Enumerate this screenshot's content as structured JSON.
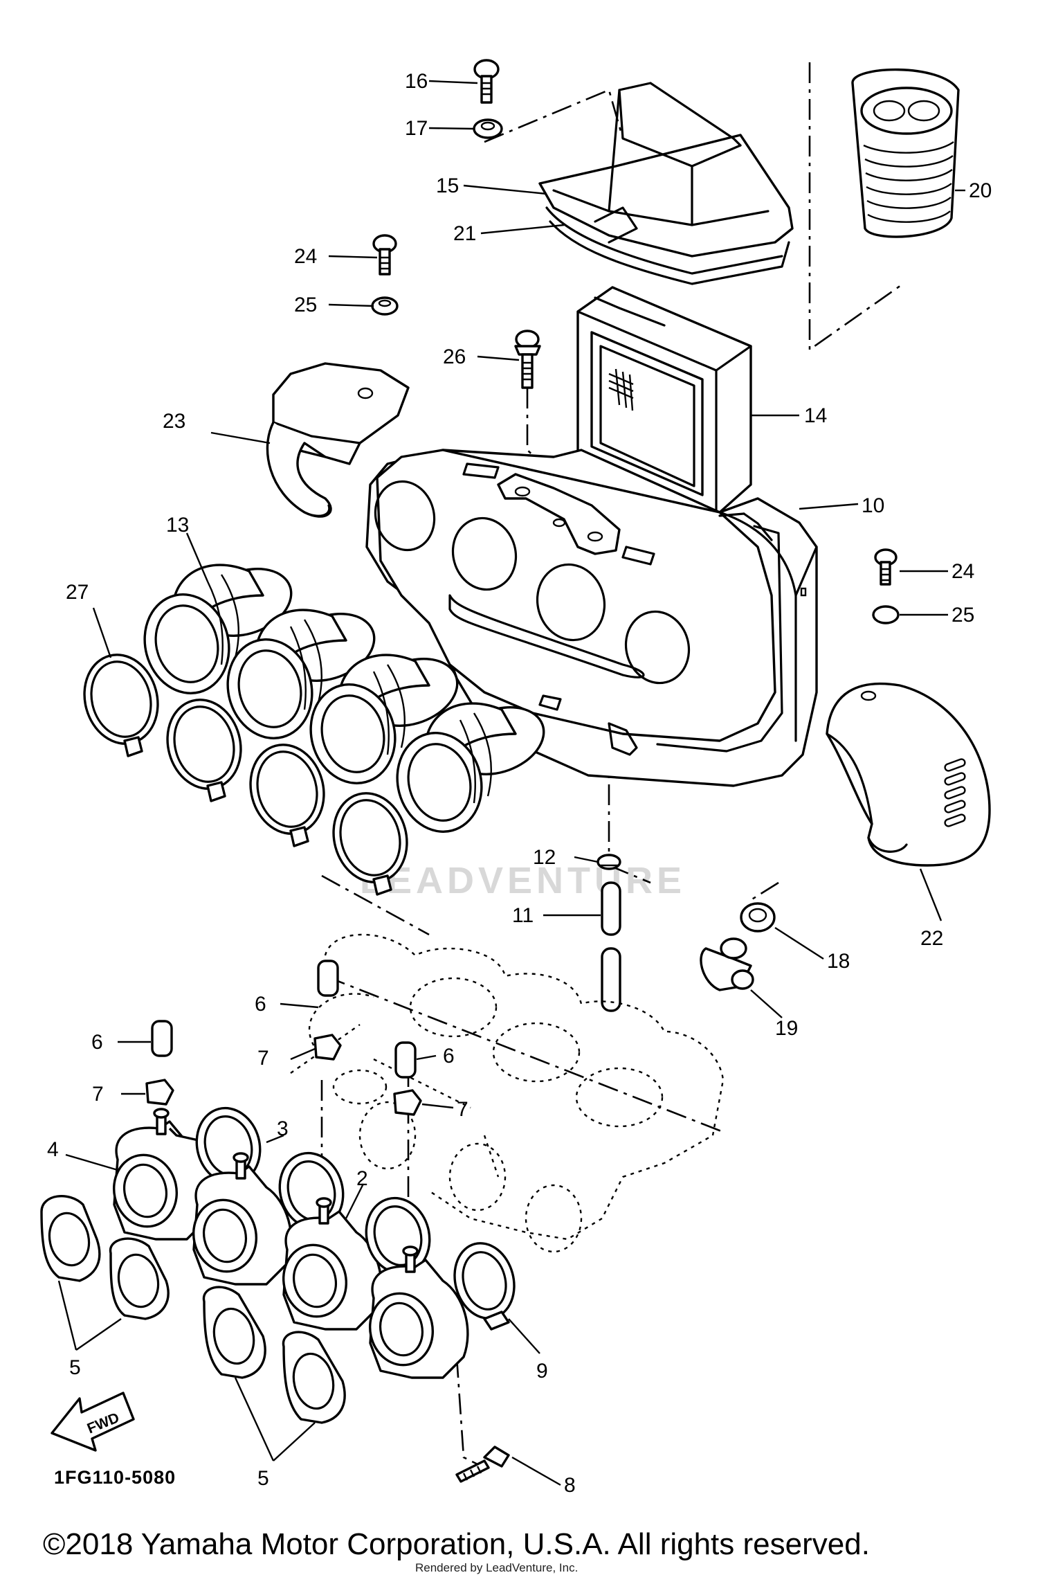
{
  "callouts": [
    {
      "id": "c16",
      "text": "16"
    },
    {
      "id": "c17",
      "text": "17"
    },
    {
      "id": "c15",
      "text": "15"
    },
    {
      "id": "c21",
      "text": "21"
    },
    {
      "id": "c20",
      "text": "20"
    },
    {
      "id": "c24a",
      "text": "24"
    },
    {
      "id": "c25a",
      "text": "25"
    },
    {
      "id": "c26",
      "text": "26"
    },
    {
      "id": "c14",
      "text": "14"
    },
    {
      "id": "c23",
      "text": "23"
    },
    {
      "id": "c10",
      "text": "10"
    },
    {
      "id": "c13",
      "text": "13"
    },
    {
      "id": "c27",
      "text": "27"
    },
    {
      "id": "c24b",
      "text": "24"
    },
    {
      "id": "c25b",
      "text": "25"
    },
    {
      "id": "c22",
      "text": "22"
    },
    {
      "id": "c12",
      "text": "12"
    },
    {
      "id": "c11",
      "text": "11"
    },
    {
      "id": "c18",
      "text": "18"
    },
    {
      "id": "c19",
      "text": "19"
    },
    {
      "id": "c6a",
      "text": "6"
    },
    {
      "id": "c6b",
      "text": "6"
    },
    {
      "id": "c6c",
      "text": "6"
    },
    {
      "id": "c7a",
      "text": "7"
    },
    {
      "id": "c7b",
      "text": "7"
    },
    {
      "id": "c7c",
      "text": "7"
    },
    {
      "id": "c4",
      "text": "4"
    },
    {
      "id": "c3",
      "text": "3"
    },
    {
      "id": "c2",
      "text": "2"
    },
    {
      "id": "c5a",
      "text": "5"
    },
    {
      "id": "c5b",
      "text": "5"
    },
    {
      "id": "c9",
      "text": "9"
    },
    {
      "id": "c8",
      "text": "8"
    }
  ],
  "fwd_label": "FWD",
  "diagram_code": "1FG110-5080",
  "watermark": "LEADVENTURE",
  "copyright": "©2018 Yamaha Motor Corporation, U.S.A. All rights reserved.",
  "rendered_by": "Rendered by LeadVenture, Inc."
}
